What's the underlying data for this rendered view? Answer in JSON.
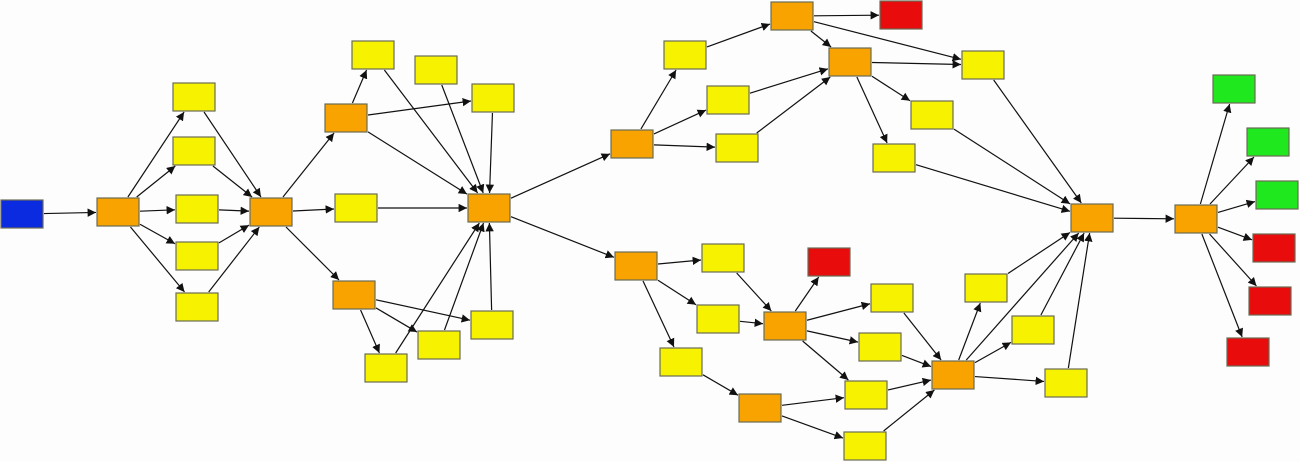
{
  "colors": {
    "start": "#0a2be0",
    "hub": "#f8a300",
    "task": "#f7f300",
    "fail": "#e80c0c",
    "success": "#1fe81f",
    "edge": "#111111"
  },
  "nodes": [
    {
      "id": "s",
      "type": "start"
    },
    {
      "id": "o1",
      "type": "hub"
    },
    {
      "id": "a1",
      "type": "task"
    },
    {
      "id": "a2",
      "type": "task"
    },
    {
      "id": "a3",
      "type": "task"
    },
    {
      "id": "a4",
      "type": "task"
    },
    {
      "id": "a5",
      "type": "task"
    },
    {
      "id": "o2",
      "type": "hub"
    },
    {
      "id": "o3",
      "type": "hub"
    },
    {
      "id": "b1",
      "type": "task"
    },
    {
      "id": "b2",
      "type": "task"
    },
    {
      "id": "b3",
      "type": "task"
    },
    {
      "id": "b4",
      "type": "task"
    },
    {
      "id": "o4",
      "type": "hub"
    },
    {
      "id": "b5",
      "type": "task"
    },
    {
      "id": "b6",
      "type": "task"
    },
    {
      "id": "b7",
      "type": "task"
    },
    {
      "id": "o5",
      "type": "hub"
    },
    {
      "id": "o6",
      "type": "hub"
    },
    {
      "id": "c1",
      "type": "task"
    },
    {
      "id": "c2",
      "type": "task"
    },
    {
      "id": "c3",
      "type": "task"
    },
    {
      "id": "o7",
      "type": "hub"
    },
    {
      "id": "r1",
      "type": "fail"
    },
    {
      "id": "o8",
      "type": "hub"
    },
    {
      "id": "c4",
      "type": "task"
    },
    {
      "id": "c5",
      "type": "task"
    },
    {
      "id": "c6",
      "type": "task"
    },
    {
      "id": "o9",
      "type": "hub"
    },
    {
      "id": "o10",
      "type": "hub"
    },
    {
      "id": "g1",
      "type": "success"
    },
    {
      "id": "g2",
      "type": "success"
    },
    {
      "id": "g3",
      "type": "success"
    },
    {
      "id": "r2",
      "type": "fail"
    },
    {
      "id": "r3",
      "type": "fail"
    },
    {
      "id": "r4",
      "type": "fail"
    },
    {
      "id": "o11",
      "type": "hub"
    },
    {
      "id": "d1",
      "type": "task"
    },
    {
      "id": "d2",
      "type": "task"
    },
    {
      "id": "d3",
      "type": "task"
    },
    {
      "id": "r5",
      "type": "fail"
    },
    {
      "id": "o12",
      "type": "hub"
    },
    {
      "id": "d4",
      "type": "task"
    },
    {
      "id": "d5",
      "type": "task"
    },
    {
      "id": "d6",
      "type": "task"
    },
    {
      "id": "d7",
      "type": "task"
    },
    {
      "id": "o13",
      "type": "hub"
    },
    {
      "id": "o14",
      "type": "hub"
    },
    {
      "id": "d8",
      "type": "task"
    },
    {
      "id": "d9",
      "type": "task"
    },
    {
      "id": "d10",
      "type": "task"
    }
  ],
  "edges": [
    [
      "s",
      "o1"
    ],
    [
      "o1",
      "a1"
    ],
    [
      "o1",
      "a2"
    ],
    [
      "o1",
      "a3"
    ],
    [
      "o1",
      "a4"
    ],
    [
      "o1",
      "a5"
    ],
    [
      "a1",
      "o2"
    ],
    [
      "a2",
      "o2"
    ],
    [
      "a3",
      "o2"
    ],
    [
      "a4",
      "o2"
    ],
    [
      "a5",
      "o2"
    ],
    [
      "o2",
      "o3"
    ],
    [
      "o2",
      "b4"
    ],
    [
      "o2",
      "o4"
    ],
    [
      "o3",
      "b1"
    ],
    [
      "o3",
      "b3"
    ],
    [
      "b1",
      "o5"
    ],
    [
      "b2",
      "o5"
    ],
    [
      "b3",
      "o5"
    ],
    [
      "o3",
      "o5"
    ],
    [
      "b4",
      "o5"
    ],
    [
      "o4",
      "b5"
    ],
    [
      "o4",
      "b7"
    ],
    [
      "o4",
      "b6"
    ],
    [
      "b5",
      "o5"
    ],
    [
      "b6",
      "o5"
    ],
    [
      "b7",
      "o5"
    ],
    [
      "o5",
      "o6"
    ],
    [
      "o5",
      "o11"
    ],
    [
      "o6",
      "c1"
    ],
    [
      "o6",
      "c2"
    ],
    [
      "o6",
      "c3"
    ],
    [
      "c1",
      "o7"
    ],
    [
      "c2",
      "o8"
    ],
    [
      "c3",
      "o8"
    ],
    [
      "o7",
      "r1"
    ],
    [
      "o7",
      "o8"
    ],
    [
      "o7",
      "c4"
    ],
    [
      "o8",
      "c4"
    ],
    [
      "o8",
      "c5"
    ],
    [
      "o8",
      "c6"
    ],
    [
      "c4",
      "o9"
    ],
    [
      "c5",
      "o9"
    ],
    [
      "c6",
      "o9"
    ],
    [
      "o9",
      "o10"
    ],
    [
      "o10",
      "g1"
    ],
    [
      "o10",
      "g2"
    ],
    [
      "o10",
      "g3"
    ],
    [
      "o10",
      "r2"
    ],
    [
      "o10",
      "r3"
    ],
    [
      "o10",
      "r4"
    ],
    [
      "o11",
      "d1"
    ],
    [
      "o11",
      "d2"
    ],
    [
      "o11",
      "d3"
    ],
    [
      "d1",
      "o12"
    ],
    [
      "d2",
      "o12"
    ],
    [
      "d3",
      "o13"
    ],
    [
      "o12",
      "r5"
    ],
    [
      "o12",
      "d4"
    ],
    [
      "o12",
      "d5"
    ],
    [
      "o12",
      "d6"
    ],
    [
      "o13",
      "d6"
    ],
    [
      "o13",
      "d7"
    ],
    [
      "d4",
      "o14"
    ],
    [
      "d5",
      "o14"
    ],
    [
      "d6",
      "o14"
    ],
    [
      "d7",
      "o14"
    ],
    [
      "o14",
      "d8"
    ],
    [
      "o14",
      "d9"
    ],
    [
      "o14",
      "d10"
    ],
    [
      "d8",
      "o9"
    ],
    [
      "d9",
      "o9"
    ],
    [
      "d10",
      "o9"
    ],
    [
      "o14",
      "o9"
    ]
  ]
}
